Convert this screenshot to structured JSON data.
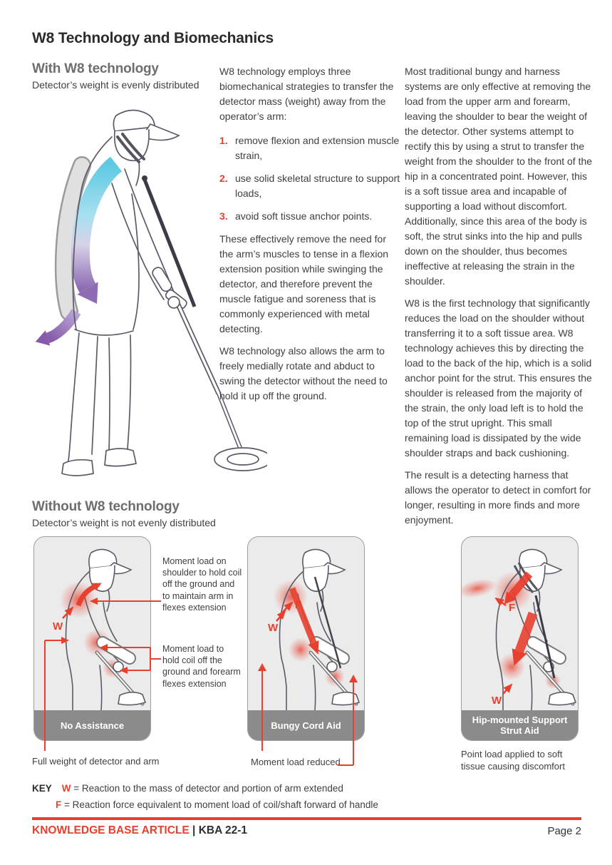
{
  "title": "W8 Technology and Biomechanics",
  "with_section": {
    "heading": "With W8 technology",
    "subheading": "Detector’s weight is evenly distributed"
  },
  "col2": {
    "intro": "W8 technology employs three biomechanical strategies to transfer the detector mass (weight) away from the operator’s arm:",
    "list": [
      {
        "num": "1.",
        "text": "remove flexion and extension muscle strain,"
      },
      {
        "num": "2.",
        "text": "use solid skeletal structure to support loads,"
      },
      {
        "num": "3.",
        "text": "avoid soft tissue anchor points."
      }
    ],
    "para2": "These effectively remove the need for the arm’s muscles to tense in a flexion extension position while swinging the detector, and therefore prevent the muscle fatigue and soreness that is commonly experienced with metal detecting.",
    "para3": "W8 technology also allows the arm to freely medially rotate and abduct to swing the detector without the need to hold it up off the ground."
  },
  "col3": {
    "para1": "Most traditional bungy and harness systems are only effective at removing the load from the upper arm and forearm, leaving the shoulder to bear the weight of the detector. Other systems attempt to rectify this by using a strut to transfer the weight from the shoulder to the front of the hip in a concentrated point. However, this is a soft tissue area and incapable of supporting a load without discomfort. Additionally, since this area of the body is soft, the strut sinks into the hip and pulls down on the shoulder, thus becomes ineffective at releasing the strain in the shoulder.",
    "para2": "W8 is the first technology that significantly reduces the load on the shoulder without transferring it to a soft tissue area. W8 technology achieves this by directing the load to the back of the hip, which is a solid anchor point for the strut. This ensures the shoulder is released from the majority of the strain, the only load left is to hold the top of the strut upright. This small remaining load is dissipated by the wide shoulder straps and back cushioning.",
    "para3": "The result is a detecting harness that allows the operator to detect in comfort for longer, resulting in more finds and more enjoyment."
  },
  "without_section": {
    "heading": "Without W8 technology",
    "subheading": "Detector’s weight is not evenly distributed",
    "panels": [
      {
        "label": "No Assistance",
        "caption": "Full weight of detector and arm"
      },
      {
        "label": "Bungy Cord Aid",
        "caption": "Moment load reduced"
      },
      {
        "label": "Hip-mounted Support Strut Aid",
        "caption": "Point load applied to soft tissue causing discomfort"
      }
    ],
    "annotations": [
      "Moment load on shoulder to hold coil off the ground and to maintain arm in flexes extension",
      "Moment load to hold coil off the ground and forearm flexes extension"
    ],
    "force_labels": {
      "w": "W",
      "f": "F"
    }
  },
  "key": {
    "label": "KEY",
    "entries": [
      {
        "symbol": "W",
        "text": "= Reaction to the mass of detector and portion of arm extended"
      },
      {
        "symbol": "F",
        "text": "= Reaction force equivalent to moment load of coil/shaft forward of handle"
      }
    ]
  },
  "footer": {
    "article_label": "KNOWLEDGE BASE ARTICLE",
    "separator": "| ",
    "code": "KBA 22-1",
    "page": "Page 2"
  },
  "colors": {
    "accent_red": "#e8402f",
    "heading_gray": "#6e6e6e",
    "body_text": "#3f3f3f",
    "panel_bg": "#ebebeb",
    "panel_bar": "#8b8b8b",
    "teal_arrow": "#5ec9e3",
    "purple_arrow": "#8e6cb4"
  }
}
